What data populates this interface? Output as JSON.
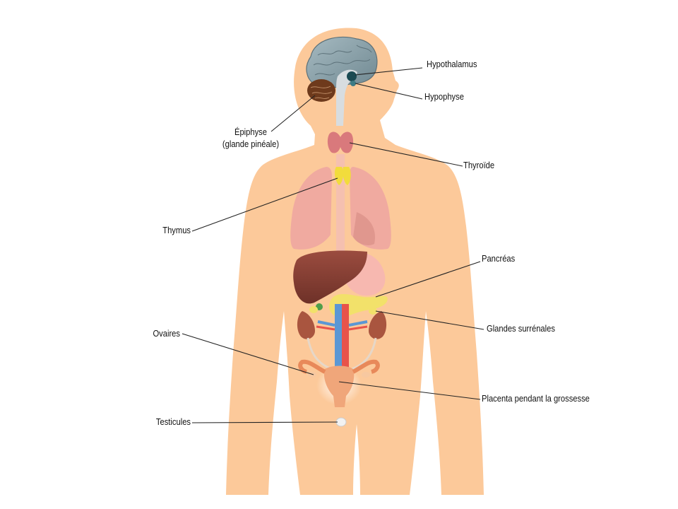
{
  "labels": {
    "hypothalamus": "Hypothalamus",
    "hypophyse": "Hypophyse",
    "epiphyse_line1": "Épiphyse",
    "epiphyse_line2": "(glande pinéale)",
    "thyroide": "Thyroïde",
    "thymus": "Thymus",
    "pancreas": "Pancréas",
    "glandes_surrenales": "Glandes surrénales",
    "ovaires": "Ovaires",
    "placenta": "Placenta pendant la grossesse",
    "testicules": "Testicules"
  },
  "colors": {
    "skin": "#fcc99a",
    "brain": "#8fa6ae",
    "cerebellum": "#6e3a1c",
    "thyroid": "#d9797c",
    "thymus": "#f2dc3c",
    "lung": "#f0aaa0",
    "liver": "#8a4136",
    "pancreas": "#f2e16a",
    "kidney": "#a9553f",
    "artery": "#e8534a",
    "vein": "#5b97d4",
    "uterus": "#f0a67a",
    "leader_line": "#222222"
  }
}
